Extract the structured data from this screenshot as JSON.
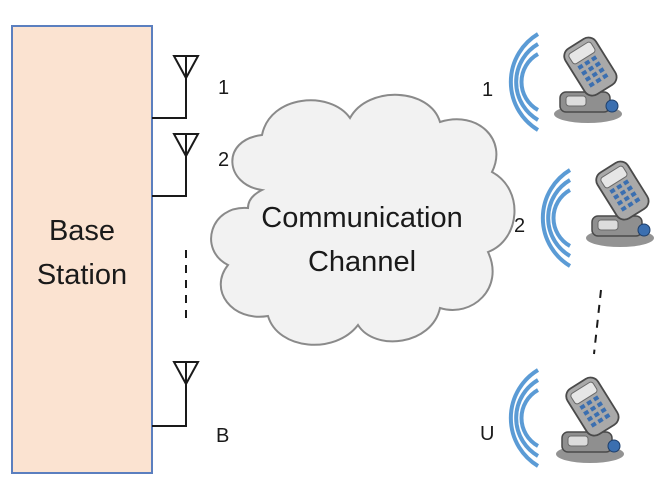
{
  "base_station": {
    "line1": "Base",
    "line2": "Station",
    "fill_color": "#fbe3d1",
    "border_color": "#5b7fbf"
  },
  "channel": {
    "line1": "Communication",
    "line2": "Channel",
    "fill_color": "#f2f2f2",
    "border_color": "#8a8a8a"
  },
  "antennas": [
    {
      "label": "1"
    },
    {
      "label": "2"
    },
    {
      "label": "B"
    }
  ],
  "users": [
    {
      "label": "1"
    },
    {
      "label": "2"
    },
    {
      "label": "U"
    }
  ],
  "colors": {
    "signal_waves": "#5b9bd5",
    "phone_body": "#9a9a9a",
    "phone_keys": "#3b6fb0",
    "lines": "#1a1a1a"
  },
  "icons": {
    "antenna": "antenna-icon",
    "phone": "mobile-phone-icon",
    "signal": "signal-waves-icon"
  }
}
